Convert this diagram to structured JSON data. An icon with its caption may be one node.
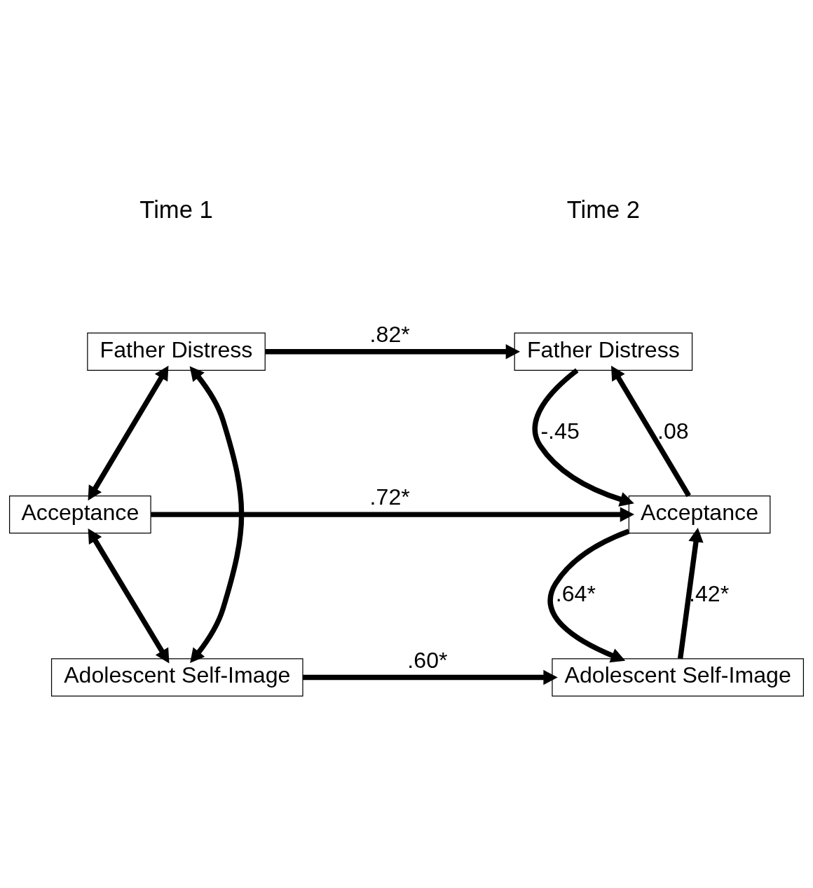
{
  "diagram": {
    "nodes": [
      {
        "text": [
          "Father Distress"
        ]
      },
      {
        "text": [
          "Acceptance"
        ]
      },
      {
        "text": [
          "Adolescent Self-Image"
        ]
      },
      {
        "text": [
          "Father Distress"
        ]
      },
      {
        "text": [
          "Acceptance"
        ]
      },
      {
        "text": [
          "Adolescent Self-Image"
        ]
      }
    ],
    "edges": [
      {
        "from": 0,
        "to": 3,
        "arrow": "to",
        "label": ".82*"
      },
      {
        "from": 3,
        "to": 4,
        "arrow": "to",
        "label": "-.45"
      },
      {
        "from": 4,
        "to": 3,
        "arrow": "to",
        "label": ".08"
      },
      {
        "from": 1,
        "to": 4,
        "arrow": "to",
        "label": ".72*"
      },
      {
        "from": 4,
        "to": 5,
        "arrow": "to",
        "label": ".64*"
      },
      {
        "from": 5,
        "to": 4,
        "arrow": "to",
        "label": ".42*"
      },
      {
        "from": 2,
        "to": 5,
        "arrow": "to",
        "label": ".60*"
      },
      {
        "from": 0,
        "to": 1,
        "arrow": "both"
      },
      {
        "from": 1,
        "to": 2,
        "arrow": "both"
      },
      {
        "from": 0,
        "to": 2,
        "arrow": "both"
      }
    ],
    "labels": [
      "Time 1",
      "Time 2"
    ]
  }
}
